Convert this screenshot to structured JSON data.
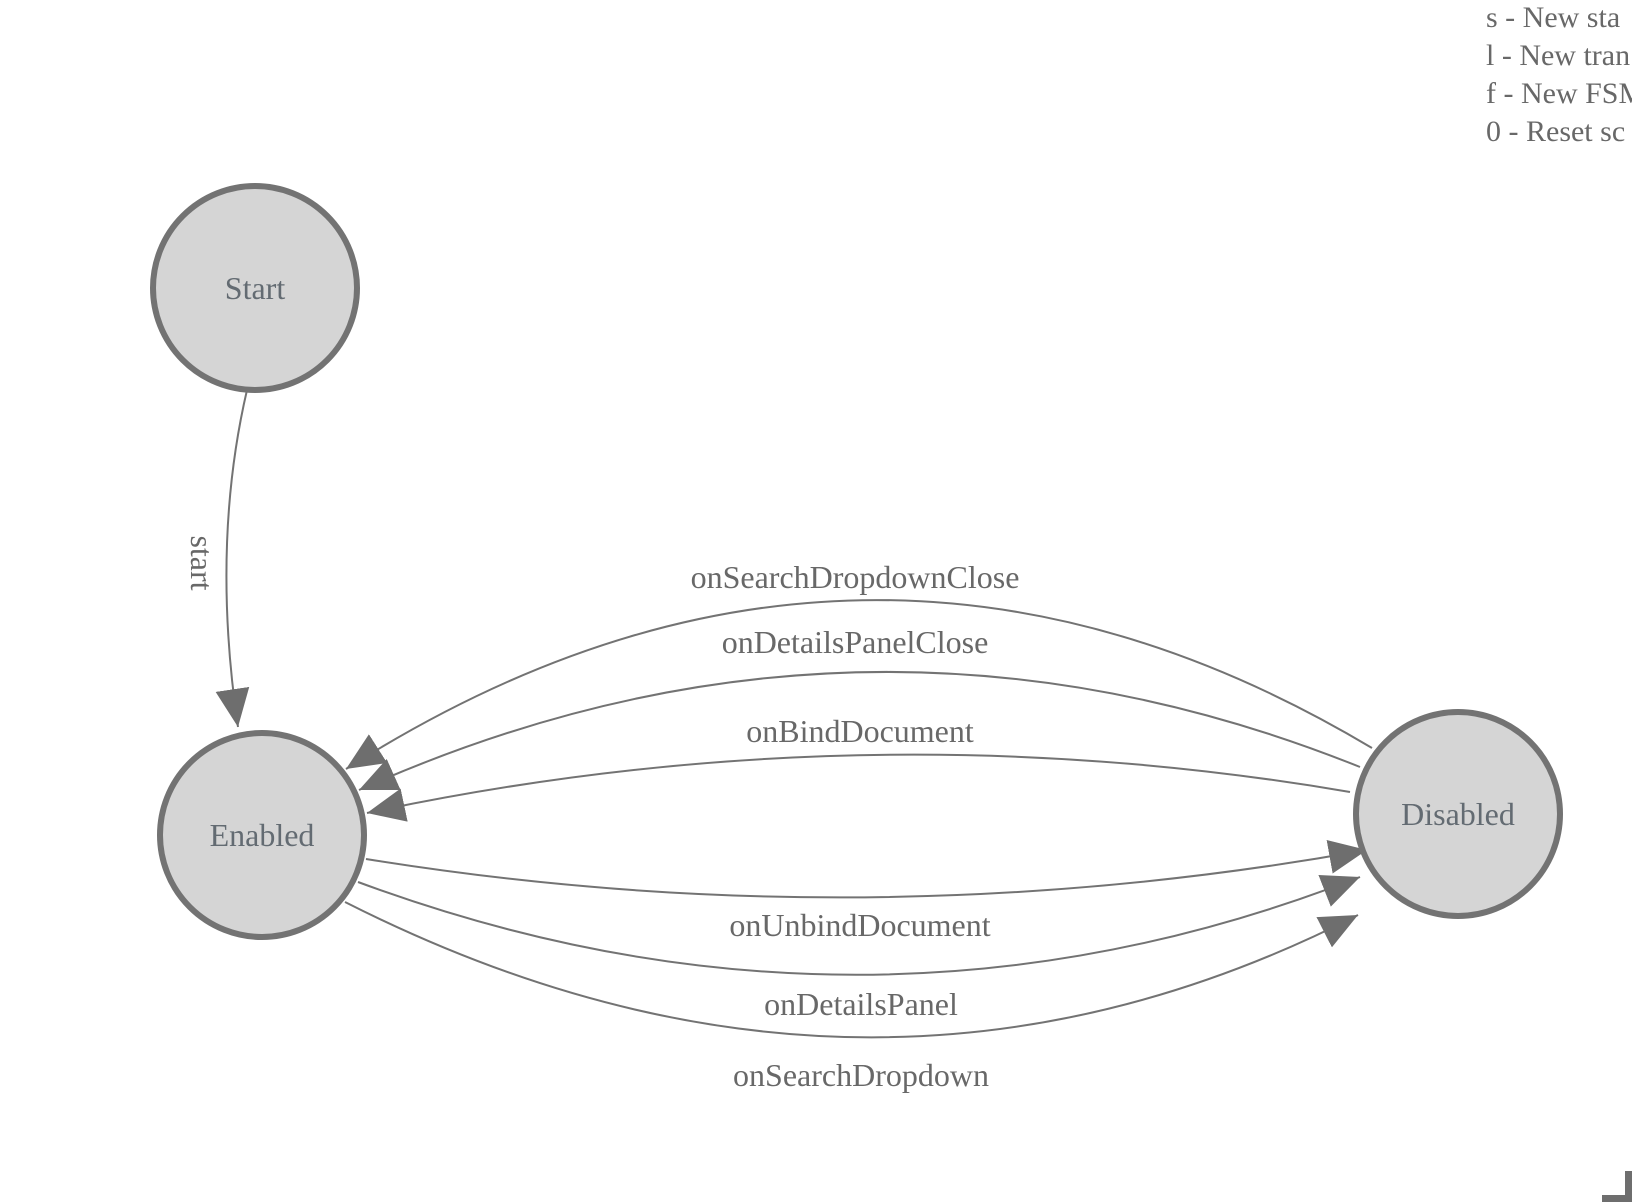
{
  "colors": {
    "background": "#ffffff",
    "node_fill": "#d5d5d5",
    "node_stroke": "#737373",
    "edge_stroke": "#737373",
    "arrow_fill": "#6e6e6e",
    "node_label_text": "#636b72",
    "label_text": "#686868"
  },
  "legend": {
    "lines": [
      "s - New sta",
      "l - New tran",
      "f - New FSM",
      "0 - Reset sc"
    ]
  },
  "nodes": [
    {
      "id": "start",
      "label": "Start"
    },
    {
      "id": "enabled",
      "label": "Enabled"
    },
    {
      "id": "disabled",
      "label": "Disabled"
    }
  ],
  "edges": [
    {
      "label": "start",
      "from": "start",
      "to": "enabled"
    },
    {
      "label": "onSearchDropdownClose",
      "from": "disabled",
      "to": "enabled"
    },
    {
      "label": "onDetailsPanelClose",
      "from": "disabled",
      "to": "enabled"
    },
    {
      "label": "onBindDocument",
      "from": "disabled",
      "to": "enabled"
    },
    {
      "label": "onUnbindDocument",
      "from": "enabled",
      "to": "disabled"
    },
    {
      "label": "onDetailsPanel",
      "from": "enabled",
      "to": "disabled"
    },
    {
      "label": "onSearchDropdown",
      "from": "enabled",
      "to": "disabled"
    }
  ]
}
